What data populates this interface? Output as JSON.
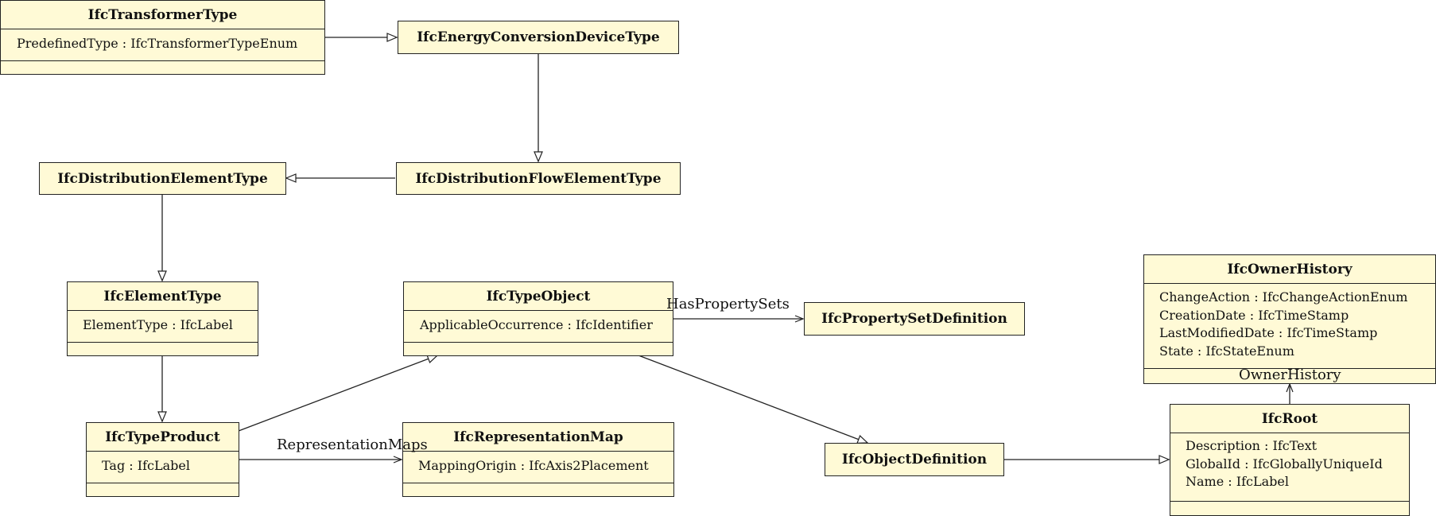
{
  "classes": {
    "transformer_type": {
      "name": "IfcTransformerType",
      "attrs": [
        "PredefinedType : IfcTransformerTypeEnum"
      ]
    },
    "energy_conversion": {
      "name": "IfcEnergyConversionDeviceType"
    },
    "distribution_element": {
      "name": "IfcDistributionElementType"
    },
    "distribution_flow": {
      "name": "IfcDistributionFlowElementType"
    },
    "element_type": {
      "name": "IfcElementType",
      "attrs": [
        "ElementType : IfcLabel"
      ]
    },
    "type_object": {
      "name": "IfcTypeObject",
      "attrs": [
        "ApplicableOccurrence : IfcIdentifier"
      ]
    },
    "property_set_def": {
      "name": "IfcPropertySetDefinition"
    },
    "owner_history": {
      "name": "IfcOwnerHistory",
      "attrs": [
        "ChangeAction : IfcChangeActionEnum",
        "CreationDate : IfcTimeStamp",
        "LastModifiedDate : IfcTimeStamp",
        "State : IfcStateEnum"
      ]
    },
    "type_product": {
      "name": "IfcTypeProduct",
      "attrs": [
        "Tag : IfcLabel"
      ]
    },
    "representation_map": {
      "name": "IfcRepresentationMap",
      "attrs": [
        "MappingOrigin : IfcAxis2Placement"
      ]
    },
    "object_definition": {
      "name": "IfcObjectDefinition"
    },
    "root": {
      "name": "IfcRoot",
      "attrs": [
        "Description : IfcText",
        "GlobalId : IfcGloballyUniqueId",
        "Name : IfcLabel"
      ]
    }
  },
  "relations": {
    "has_property_sets": "HasPropertySets",
    "representation_maps": "RepresentationMaps",
    "owner_history": "OwnerHistory"
  },
  "colors": {
    "class_fill": "#fffad6",
    "line": "#222222"
  }
}
